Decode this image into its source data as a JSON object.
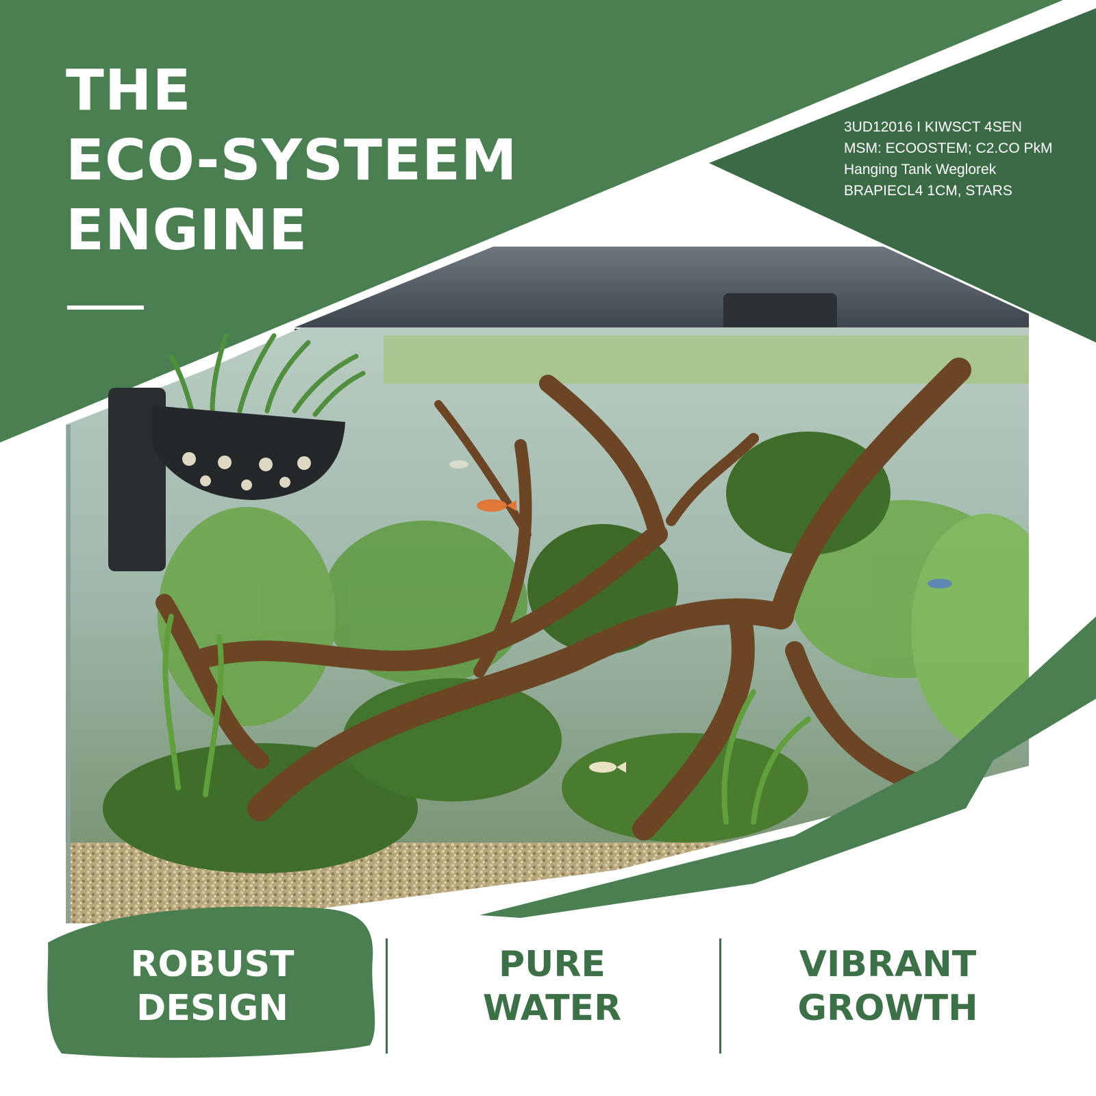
{
  "colors": {
    "brand_green": "#4a7f52",
    "dark_green": "#3a6b44",
    "text_green": "#3c7046",
    "white": "#ffffff"
  },
  "header": {
    "title_lines": [
      "THE",
      "ECO-SYSTEEM",
      "ENGINE"
    ]
  },
  "spec_block": {
    "lines": [
      "3UD12016 I KIWSCT 4SEN",
      "MSM: ECOOSTEM; C2.CO PkM",
      "Hanging Tank Weglorek",
      "BRAPIECL4 1CM, STARS"
    ]
  },
  "features": [
    {
      "line1": "ROBUST",
      "line2": "DESIGN"
    },
    {
      "line1": "PURE",
      "line2": "WATER"
    },
    {
      "line1": "VIBRANT",
      "line2": "GROWTH"
    }
  ],
  "illustration": {
    "subject": "planted-aquarium-with-driftwood",
    "icons": [
      "hanging-planter-basket-icon",
      "driftwood-icon",
      "fish-icon",
      "filter-intake-icon"
    ]
  }
}
